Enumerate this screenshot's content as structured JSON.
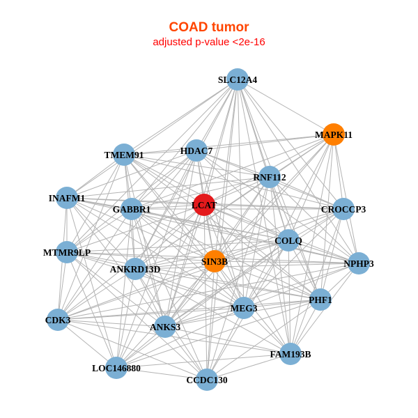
{
  "title": "COAD tumor",
  "subtitle": "adjusted p-value <2e-16",
  "colors": {
    "default": "#7BAFD4",
    "orange": "#FF7F00",
    "red": "#E41A1C",
    "edge": "#B3B3B3"
  },
  "nodes": [
    {
      "name": "SLC12A4",
      "color": "#7BAFD4"
    },
    {
      "name": "MAPK11",
      "color": "#FF7F00"
    },
    {
      "name": "HDAC7",
      "color": "#7BAFD4"
    },
    {
      "name": "TMEM91",
      "color": "#7BAFD4"
    },
    {
      "name": "RNF112",
      "color": "#7BAFD4"
    },
    {
      "name": "INAFM1",
      "color": "#7BAFD4"
    },
    {
      "name": "GABBR1",
      "color": "#7BAFD4"
    },
    {
      "name": "LCAT",
      "color": "#E41A1C"
    },
    {
      "name": "CROCCP3",
      "color": "#7BAFD4"
    },
    {
      "name": "COLQ",
      "color": "#7BAFD4"
    },
    {
      "name": "MTMR9LP",
      "color": "#7BAFD4"
    },
    {
      "name": "ANKRD13D",
      "color": "#7BAFD4"
    },
    {
      "name": "SIN3B",
      "color": "#FF7F00"
    },
    {
      "name": "NPHP3",
      "color": "#7BAFD4"
    },
    {
      "name": "PHF1",
      "color": "#7BAFD4"
    },
    {
      "name": "CDK3",
      "color": "#7BAFD4"
    },
    {
      "name": "MEG3",
      "color": "#7BAFD4"
    },
    {
      "name": "ANKS3",
      "color": "#7BAFD4"
    },
    {
      "name": "FAM193B",
      "color": "#7BAFD4"
    },
    {
      "name": "LOC146880",
      "color": "#7BAFD4"
    },
    {
      "name": "CCDC130",
      "color": "#7BAFD4"
    }
  ],
  "edges": [
    [
      "SLC12A4",
      "MAPK11"
    ],
    [
      "SLC12A4",
      "HDAC7"
    ],
    [
      "SLC12A4",
      "TMEM91"
    ],
    [
      "SLC12A4",
      "RNF112"
    ],
    [
      "SLC12A4",
      "INAFM1"
    ],
    [
      "SLC12A4",
      "GABBR1"
    ],
    [
      "SLC12A4",
      "LCAT"
    ],
    [
      "SLC12A4",
      "CROCCP3"
    ],
    [
      "SLC12A4",
      "COLQ"
    ],
    [
      "SLC12A4",
      "ANKRD13D"
    ],
    [
      "SLC12A4",
      "SIN3B"
    ],
    [
      "SLC12A4",
      "NPHP3"
    ],
    [
      "SLC12A4",
      "PHF1"
    ],
    [
      "SLC12A4",
      "MEG3"
    ],
    [
      "SLC12A4",
      "ANKS3"
    ],
    [
      "SLC12A4",
      "FAM193B"
    ],
    [
      "SLC12A4",
      "CCDC130"
    ],
    [
      "SLC12A4",
      "MTMR9LP"
    ],
    [
      "MAPK11",
      "HDAC7"
    ],
    [
      "MAPK11",
      "TMEM91"
    ],
    [
      "MAPK11",
      "RNF112"
    ],
    [
      "MAPK11",
      "GABBR1"
    ],
    [
      "MAPK11",
      "LCAT"
    ],
    [
      "MAPK11",
      "CROCCP3"
    ],
    [
      "MAPK11",
      "COLQ"
    ],
    [
      "MAPK11",
      "SIN3B"
    ],
    [
      "MAPK11",
      "NPHP3"
    ],
    [
      "MAPK11",
      "PHF1"
    ],
    [
      "MAPK11",
      "MEG3"
    ],
    [
      "MAPK11",
      "ANKS3"
    ],
    [
      "MAPK11",
      "FAM193B"
    ],
    [
      "MAPK11",
      "ANKRD13D"
    ],
    [
      "HDAC7",
      "TMEM91"
    ],
    [
      "HDAC7",
      "RNF112"
    ],
    [
      "HDAC7",
      "INAFM1"
    ],
    [
      "HDAC7",
      "GABBR1"
    ],
    [
      "HDAC7",
      "LCAT"
    ],
    [
      "HDAC7",
      "CROCCP3"
    ],
    [
      "HDAC7",
      "COLQ"
    ],
    [
      "HDAC7",
      "SIN3B"
    ],
    [
      "HDAC7",
      "MTMR9LP"
    ],
    [
      "HDAC7",
      "ANKRD13D"
    ],
    [
      "HDAC7",
      "MEG3"
    ],
    [
      "HDAC7",
      "CDK3"
    ],
    [
      "HDAC7",
      "ANKS3"
    ],
    [
      "HDAC7",
      "NPHP3"
    ],
    [
      "HDAC7",
      "LOC146880"
    ],
    [
      "TMEM91",
      "RNF112"
    ],
    [
      "TMEM91",
      "INAFM1"
    ],
    [
      "TMEM91",
      "GABBR1"
    ],
    [
      "TMEM91",
      "LCAT"
    ],
    [
      "TMEM91",
      "COLQ"
    ],
    [
      "TMEM91",
      "MTMR9LP"
    ],
    [
      "TMEM91",
      "ANKRD13D"
    ],
    [
      "TMEM91",
      "SIN3B"
    ],
    [
      "TMEM91",
      "CDK3"
    ],
    [
      "TMEM91",
      "MEG3"
    ],
    [
      "TMEM91",
      "ANKS3"
    ],
    [
      "TMEM91",
      "CROCCP3"
    ],
    [
      "TMEM91",
      "PHF1"
    ],
    [
      "RNF112",
      "INAFM1"
    ],
    [
      "RNF112",
      "GABBR1"
    ],
    [
      "RNF112",
      "LCAT"
    ],
    [
      "RNF112",
      "CROCCP3"
    ],
    [
      "RNF112",
      "COLQ"
    ],
    [
      "RNF112",
      "SIN3B"
    ],
    [
      "RNF112",
      "NPHP3"
    ],
    [
      "RNF112",
      "PHF1"
    ],
    [
      "RNF112",
      "MEG3"
    ],
    [
      "RNF112",
      "ANKS3"
    ],
    [
      "RNF112",
      "FAM193B"
    ],
    [
      "RNF112",
      "ANKRD13D"
    ],
    [
      "RNF112",
      "CCDC130"
    ],
    [
      "INAFM1",
      "GABBR1"
    ],
    [
      "INAFM1",
      "LCAT"
    ],
    [
      "INAFM1",
      "MTMR9LP"
    ],
    [
      "INAFM1",
      "ANKRD13D"
    ],
    [
      "INAFM1",
      "SIN3B"
    ],
    [
      "INAFM1",
      "CDK3"
    ],
    [
      "INAFM1",
      "MEG3"
    ],
    [
      "INAFM1",
      "ANKS3"
    ],
    [
      "INAFM1",
      "LOC146880"
    ],
    [
      "INAFM1",
      "COLQ"
    ],
    [
      "INAFM1",
      "CROCCP3"
    ],
    [
      "INAFM1",
      "NPHP3"
    ],
    [
      "GABBR1",
      "LCAT"
    ],
    [
      "GABBR1",
      "CROCCP3"
    ],
    [
      "GABBR1",
      "COLQ"
    ],
    [
      "GABBR1",
      "MTMR9LP"
    ],
    [
      "GABBR1",
      "ANKRD13D"
    ],
    [
      "GABBR1",
      "SIN3B"
    ],
    [
      "GABBR1",
      "CDK3"
    ],
    [
      "GABBR1",
      "MEG3"
    ],
    [
      "GABBR1",
      "ANKS3"
    ],
    [
      "GABBR1",
      "LOC146880"
    ],
    [
      "GABBR1",
      "CCDC130"
    ],
    [
      "GABBR1",
      "PHF1"
    ],
    [
      "GABBR1",
      "NPHP3"
    ],
    [
      "LCAT",
      "CROCCP3"
    ],
    [
      "LCAT",
      "COLQ"
    ],
    [
      "LCAT",
      "MTMR9LP"
    ],
    [
      "LCAT",
      "ANKRD13D"
    ],
    [
      "LCAT",
      "SIN3B"
    ],
    [
      "LCAT",
      "NPHP3"
    ],
    [
      "LCAT",
      "PHF1"
    ],
    [
      "LCAT",
      "CDK3"
    ],
    [
      "LCAT",
      "MEG3"
    ],
    [
      "LCAT",
      "ANKS3"
    ],
    [
      "LCAT",
      "FAM193B"
    ],
    [
      "LCAT",
      "LOC146880"
    ],
    [
      "LCAT",
      "CCDC130"
    ],
    [
      "CROCCP3",
      "COLQ"
    ],
    [
      "CROCCP3",
      "SIN3B"
    ],
    [
      "CROCCP3",
      "NPHP3"
    ],
    [
      "CROCCP3",
      "PHF1"
    ],
    [
      "CROCCP3",
      "MEG3"
    ],
    [
      "CROCCP3",
      "ANKS3"
    ],
    [
      "CROCCP3",
      "FAM193B"
    ],
    [
      "CROCCP3",
      "ANKRD13D"
    ],
    [
      "COLQ",
      "MTMR9LP"
    ],
    [
      "COLQ",
      "ANKRD13D"
    ],
    [
      "COLQ",
      "SIN3B"
    ],
    [
      "COLQ",
      "NPHP3"
    ],
    [
      "COLQ",
      "PHF1"
    ],
    [
      "COLQ",
      "MEG3"
    ],
    [
      "COLQ",
      "ANKS3"
    ],
    [
      "COLQ",
      "FAM193B"
    ],
    [
      "COLQ",
      "LOC146880"
    ],
    [
      "COLQ",
      "CCDC130"
    ],
    [
      "COLQ",
      "CDK3"
    ],
    [
      "MTMR9LP",
      "ANKRD13D"
    ],
    [
      "MTMR9LP",
      "SIN3B"
    ],
    [
      "MTMR9LP",
      "CDK3"
    ],
    [
      "MTMR9LP",
      "MEG3"
    ],
    [
      "MTMR9LP",
      "ANKS3"
    ],
    [
      "MTMR9LP",
      "LOC146880"
    ],
    [
      "MTMR9LP",
      "CCDC130"
    ],
    [
      "MTMR9LP",
      "NPHP3"
    ],
    [
      "MTMR9LP",
      "PHF1"
    ],
    [
      "ANKRD13D",
      "SIN3B"
    ],
    [
      "ANKRD13D",
      "NPHP3"
    ],
    [
      "ANKRD13D",
      "PHF1"
    ],
    [
      "ANKRD13D",
      "CDK3"
    ],
    [
      "ANKRD13D",
      "MEG3"
    ],
    [
      "ANKRD13D",
      "ANKS3"
    ],
    [
      "ANKRD13D",
      "FAM193B"
    ],
    [
      "ANKRD13D",
      "LOC146880"
    ],
    [
      "ANKRD13D",
      "CCDC130"
    ],
    [
      "SIN3B",
      "NPHP3"
    ],
    [
      "SIN3B",
      "PHF1"
    ],
    [
      "SIN3B",
      "CDK3"
    ],
    [
      "SIN3B",
      "MEG3"
    ],
    [
      "SIN3B",
      "ANKS3"
    ],
    [
      "SIN3B",
      "FAM193B"
    ],
    [
      "SIN3B",
      "LOC146880"
    ],
    [
      "SIN3B",
      "CCDC130"
    ],
    [
      "NPHP3",
      "PHF1"
    ],
    [
      "NPHP3",
      "MEG3"
    ],
    [
      "NPHP3",
      "ANKS3"
    ],
    [
      "NPHP3",
      "FAM193B"
    ],
    [
      "NPHP3",
      "CDK3"
    ],
    [
      "PHF1",
      "CDK3"
    ],
    [
      "PHF1",
      "MEG3"
    ],
    [
      "PHF1",
      "ANKS3"
    ],
    [
      "PHF1",
      "FAM193B"
    ],
    [
      "PHF1",
      "LOC146880"
    ],
    [
      "PHF1",
      "CCDC130"
    ],
    [
      "CDK3",
      "MEG3"
    ],
    [
      "CDK3",
      "ANKS3"
    ],
    [
      "CDK3",
      "LOC146880"
    ],
    [
      "CDK3",
      "CCDC130"
    ],
    [
      "CDK3",
      "FAM193B"
    ],
    [
      "MEG3",
      "ANKS3"
    ],
    [
      "MEG3",
      "FAM193B"
    ],
    [
      "MEG3",
      "LOC146880"
    ],
    [
      "MEG3",
      "CCDC130"
    ],
    [
      "ANKS3",
      "FAM193B"
    ],
    [
      "ANKS3",
      "LOC146880"
    ],
    [
      "ANKS3",
      "CCDC130"
    ],
    [
      "FAM193B",
      "LOC146880"
    ],
    [
      "FAM193B",
      "CCDC130"
    ],
    [
      "LOC146880",
      "CCDC130"
    ]
  ]
}
